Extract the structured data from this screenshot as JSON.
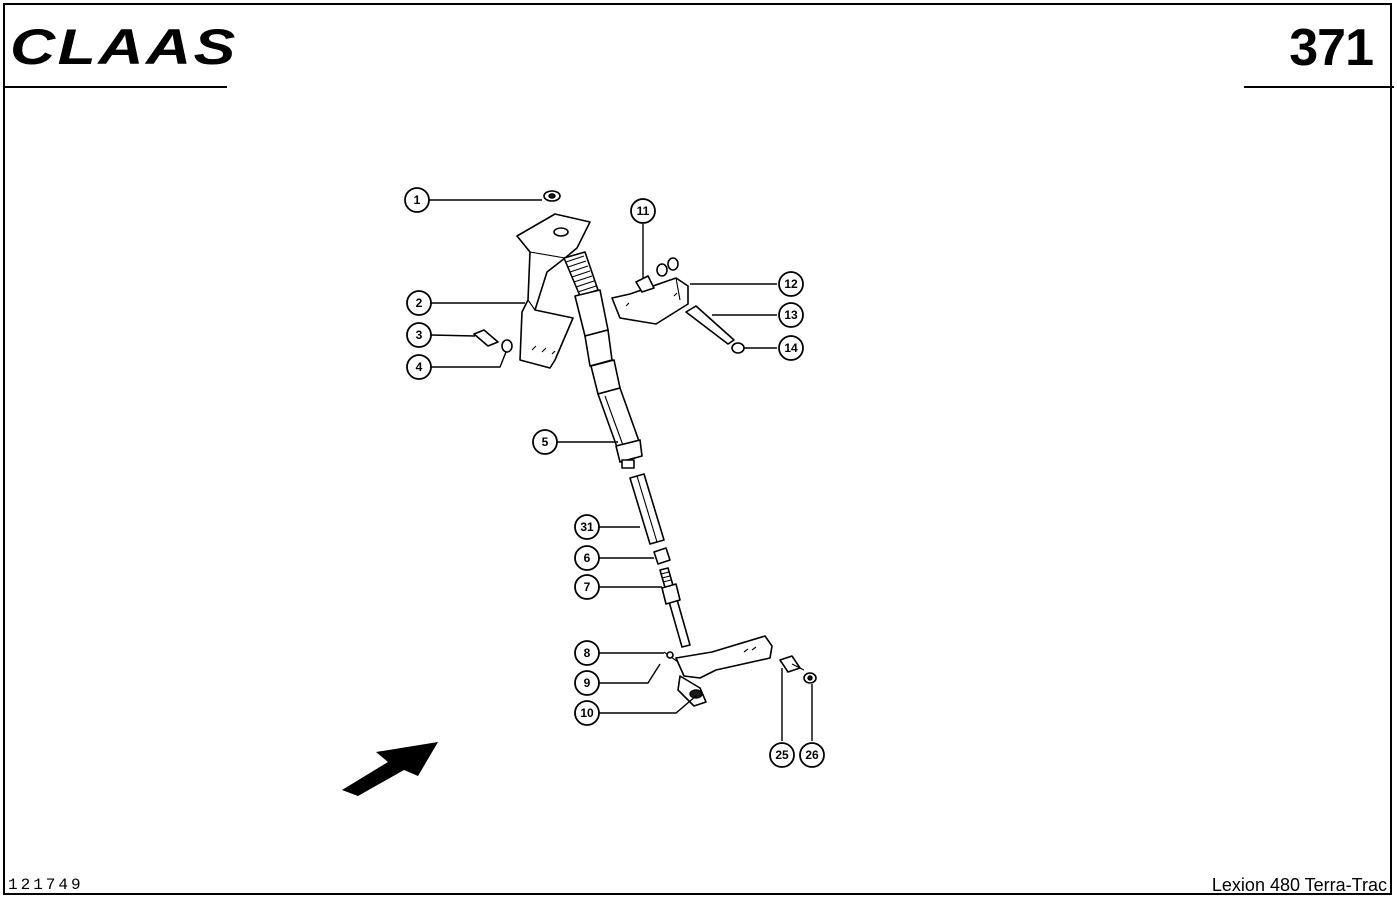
{
  "header": {
    "brand": "CLAAS",
    "page_number": "371"
  },
  "footer": {
    "drawing_id": "121749",
    "model": "Lexion 480 Terra-Trac"
  },
  "callouts": [
    {
      "id": "c1",
      "label": "1"
    },
    {
      "id": "c2",
      "label": "2"
    },
    {
      "id": "c3",
      "label": "3"
    },
    {
      "id": "c4",
      "label": "4"
    },
    {
      "id": "c5",
      "label": "5"
    },
    {
      "id": "c31",
      "label": "31"
    },
    {
      "id": "c6",
      "label": "6"
    },
    {
      "id": "c7",
      "label": "7"
    },
    {
      "id": "c8",
      "label": "8"
    },
    {
      "id": "c9",
      "label": "9"
    },
    {
      "id": "c10",
      "label": "10"
    },
    {
      "id": "c11",
      "label": "11"
    },
    {
      "id": "c12",
      "label": "12"
    },
    {
      "id": "c13",
      "label": "13"
    },
    {
      "id": "c14",
      "label": "14"
    },
    {
      "id": "c25",
      "label": "25"
    },
    {
      "id": "c26",
      "label": "26"
    }
  ]
}
